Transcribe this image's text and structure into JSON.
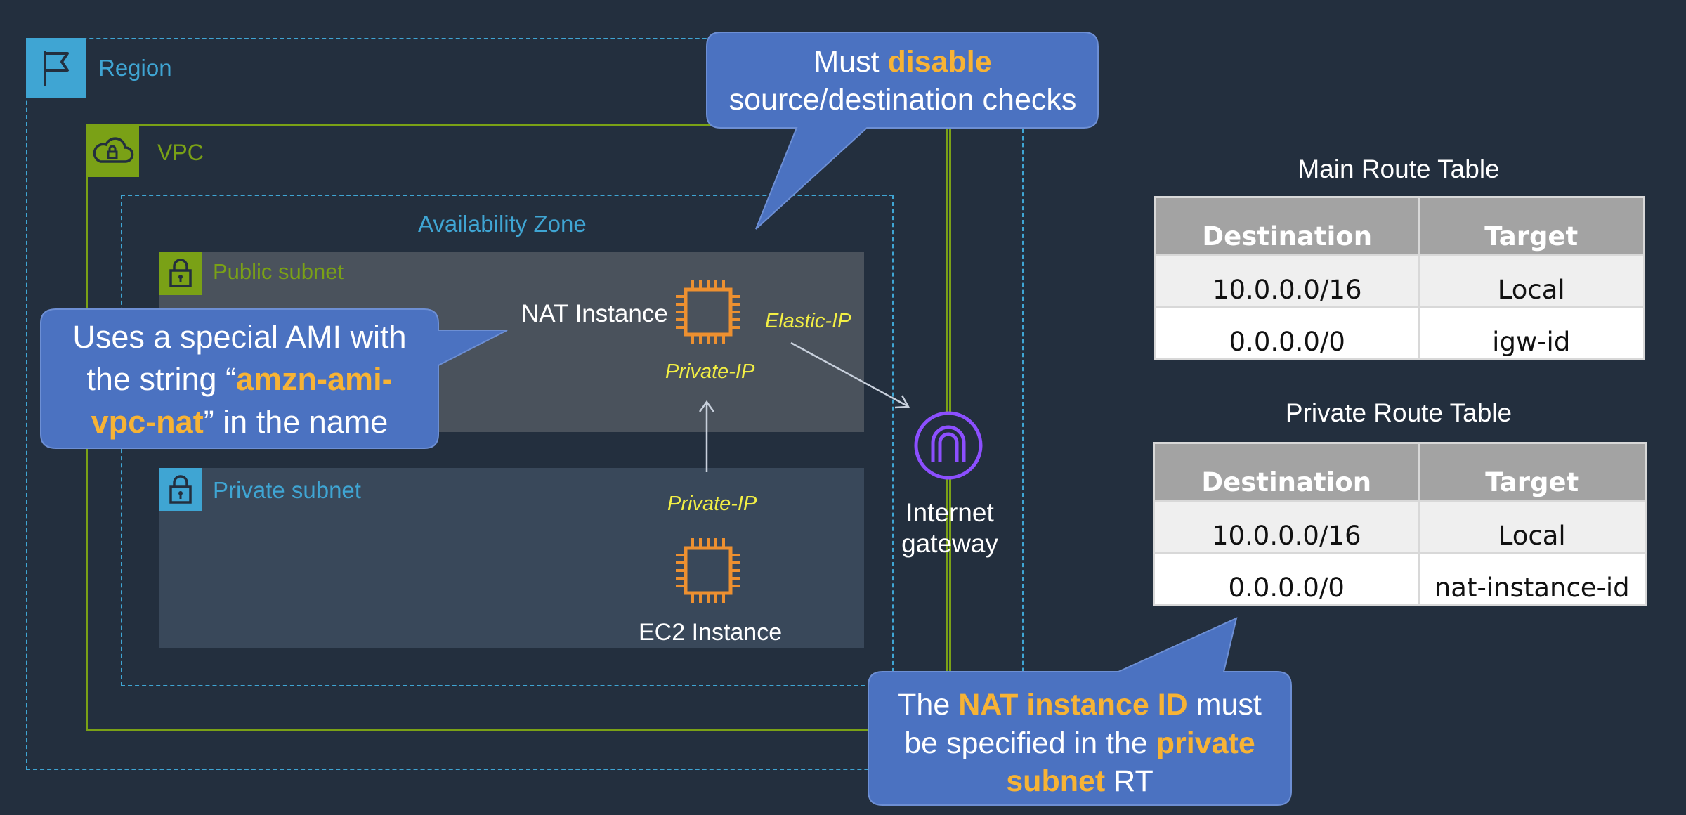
{
  "diagram": {
    "region_label": "Region",
    "vpc_label": "VPC",
    "az_label": "Availability Zone",
    "public_subnet_label": "Public subnet",
    "private_subnet_label": "Private subnet",
    "nat_instance_label": "NAT Instance",
    "elastic_ip_label": "Elastic-IP",
    "public_private_ip_label": "Private-IP",
    "private_private_ip_label": "Private-IP",
    "ec2_instance_label": "EC2 Instance",
    "igw_label_line1": "Internet",
    "igw_label_line2": "gateway"
  },
  "callouts": {
    "top": {
      "t1": "Must ",
      "t2": "disable",
      "t3": "source/destination checks"
    },
    "left": {
      "t1": "Uses a special AMI with",
      "t2": "the string “",
      "t3": "amzn-ami-",
      "t4": "vpc-nat",
      "t5": "” in the name"
    },
    "bottom": {
      "t1": "The ",
      "t2": "NAT instance ID",
      "t3": " must",
      "t4": "be specified in the ",
      "t5": "private",
      "t6": "subnet",
      "t7": " RT"
    }
  },
  "main_route_table": {
    "title": "Main Route Table",
    "headers": [
      "Destination",
      "Target"
    ],
    "rows": [
      [
        "10.0.0.0/16",
        "Local"
      ],
      [
        "0.0.0.0/0",
        "igw-id"
      ]
    ]
  },
  "private_route_table": {
    "title": "Private Route Table",
    "headers": [
      "Destination",
      "Target"
    ],
    "rows": [
      [
        "10.0.0.0/16",
        "Local"
      ],
      [
        "0.0.0.0/0",
        "nat-instance-id"
      ]
    ]
  },
  "colors": {
    "background": "#232f3e",
    "region": "#3fa5d3",
    "vpc": "#7aa116",
    "az": "#3fa5d3",
    "public_subnet_fill": "#4a525c",
    "private_subnet_fill": "#39485a",
    "instance": "#ed9030",
    "igw": "#8c4fff",
    "callout": "#4b72c1",
    "highlight": "#f7b335",
    "ip_label": "#f3ef44"
  }
}
